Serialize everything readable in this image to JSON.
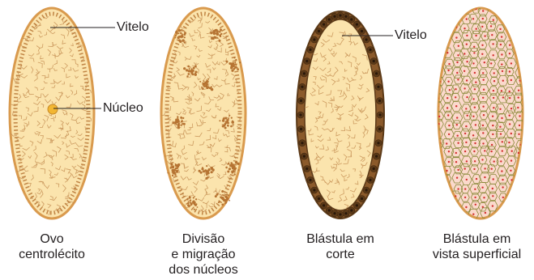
{
  "labels": {
    "vitelo_1": "Vitelo",
    "nucleo": "Núcleo",
    "vitelo_2": "Vitelo"
  },
  "captions": [
    {
      "lines": [
        "Ovo",
        "centrolécito"
      ]
    },
    {
      "lines": [
        "Divisão",
        "e migração",
        "dos núcleos"
      ]
    },
    {
      "lines": [
        "Blástula em",
        "corte"
      ]
    },
    {
      "lines": [
        "Blástula em",
        "vista superficial"
      ]
    }
  ],
  "colors": {
    "yolk": "#fbe4ad",
    "outline": "#d99a4e",
    "cytoplasm_dots": "#b67433",
    "blastoderm": "#8b5a2b",
    "cell_pink": "#fbd9cc",
    "cell_border": "#8a8a3a",
    "cell_nucleus": "#d32f2f",
    "leader_line": "#231f20"
  }
}
